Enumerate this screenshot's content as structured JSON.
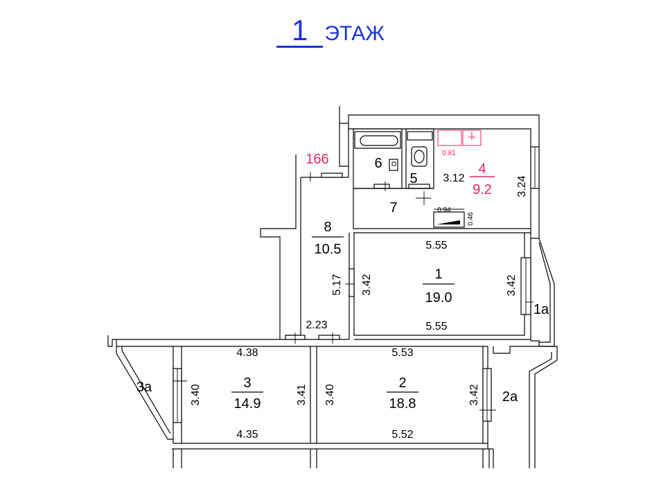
{
  "title": {
    "number": "1",
    "word": "ЭТАЖ"
  },
  "rooms": {
    "r1": {
      "number": "1",
      "area": "19.0"
    },
    "r2": {
      "number": "2",
      "area": "18.8"
    },
    "r3": {
      "number": "3",
      "area": "14.9"
    },
    "r4": {
      "number": "4",
      "area": "9.2"
    },
    "r5": {
      "number": "5"
    },
    "r6": {
      "number": "6"
    },
    "r7": {
      "number": "7"
    },
    "r8": {
      "number": "8",
      "area": "10.5"
    },
    "r1a": {
      "label": "1а"
    },
    "r2a": {
      "label": "2а"
    },
    "r3a": {
      "label": "3а"
    }
  },
  "dimensions": {
    "d_555_top": "5.55",
    "d_555_bottom": "5.55",
    "d_342_r1_left": "3.42",
    "d_342_r1_right": "3.42",
    "d_517": "5.17",
    "d_223": "2.23",
    "d_438": "4.38",
    "d_435": "4.35",
    "d_340_r3": "3.40",
    "d_341": "3.41",
    "d_553": "5.53",
    "d_552": "5.52",
    "d_340_r2": "3.40",
    "d_342_r2": "3.42",
    "d_312": "3.12",
    "d_324": "3.24",
    "d_094": "0.94",
    "d_046": "0.46",
    "d_081": "0.81"
  },
  "marker": {
    "code": "166"
  },
  "colors": {
    "title": "#1a33d6",
    "marker": "#e0245e",
    "lines": "#000000"
  }
}
